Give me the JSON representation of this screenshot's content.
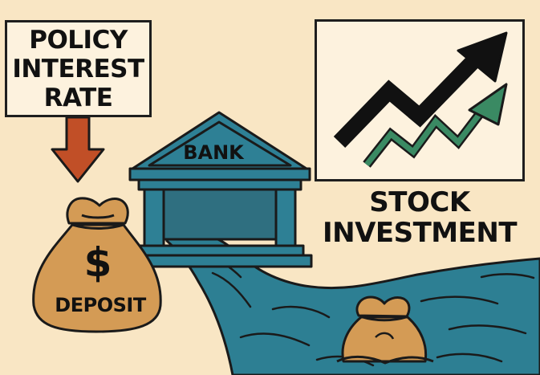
{
  "policy": {
    "line1": "POLICY",
    "line2": "INTEREST",
    "line3": "RATE"
  },
  "bank": {
    "label": "BANK"
  },
  "deposit": {
    "symbol": "$",
    "label": "DEPOSIT"
  },
  "stock": {
    "line1": "STOCK",
    "line2": "INVESTMENT"
  },
  "icons": {
    "arrow": "down-arrow-icon",
    "bank": "bank-icon",
    "money_bag": "money-bag-icon",
    "chart": "trend-chart-icon",
    "river": "river-icon",
    "sinking_bag": "sinking-money-bag-icon"
  },
  "colors": {
    "background": "#f9e6c4",
    "arrow": "#c14f27",
    "bank": "#2e8095",
    "water": "#2d7f93",
    "bag": "#d49b55",
    "trend_black": "#111111",
    "trend_green": "#3a8a63"
  }
}
